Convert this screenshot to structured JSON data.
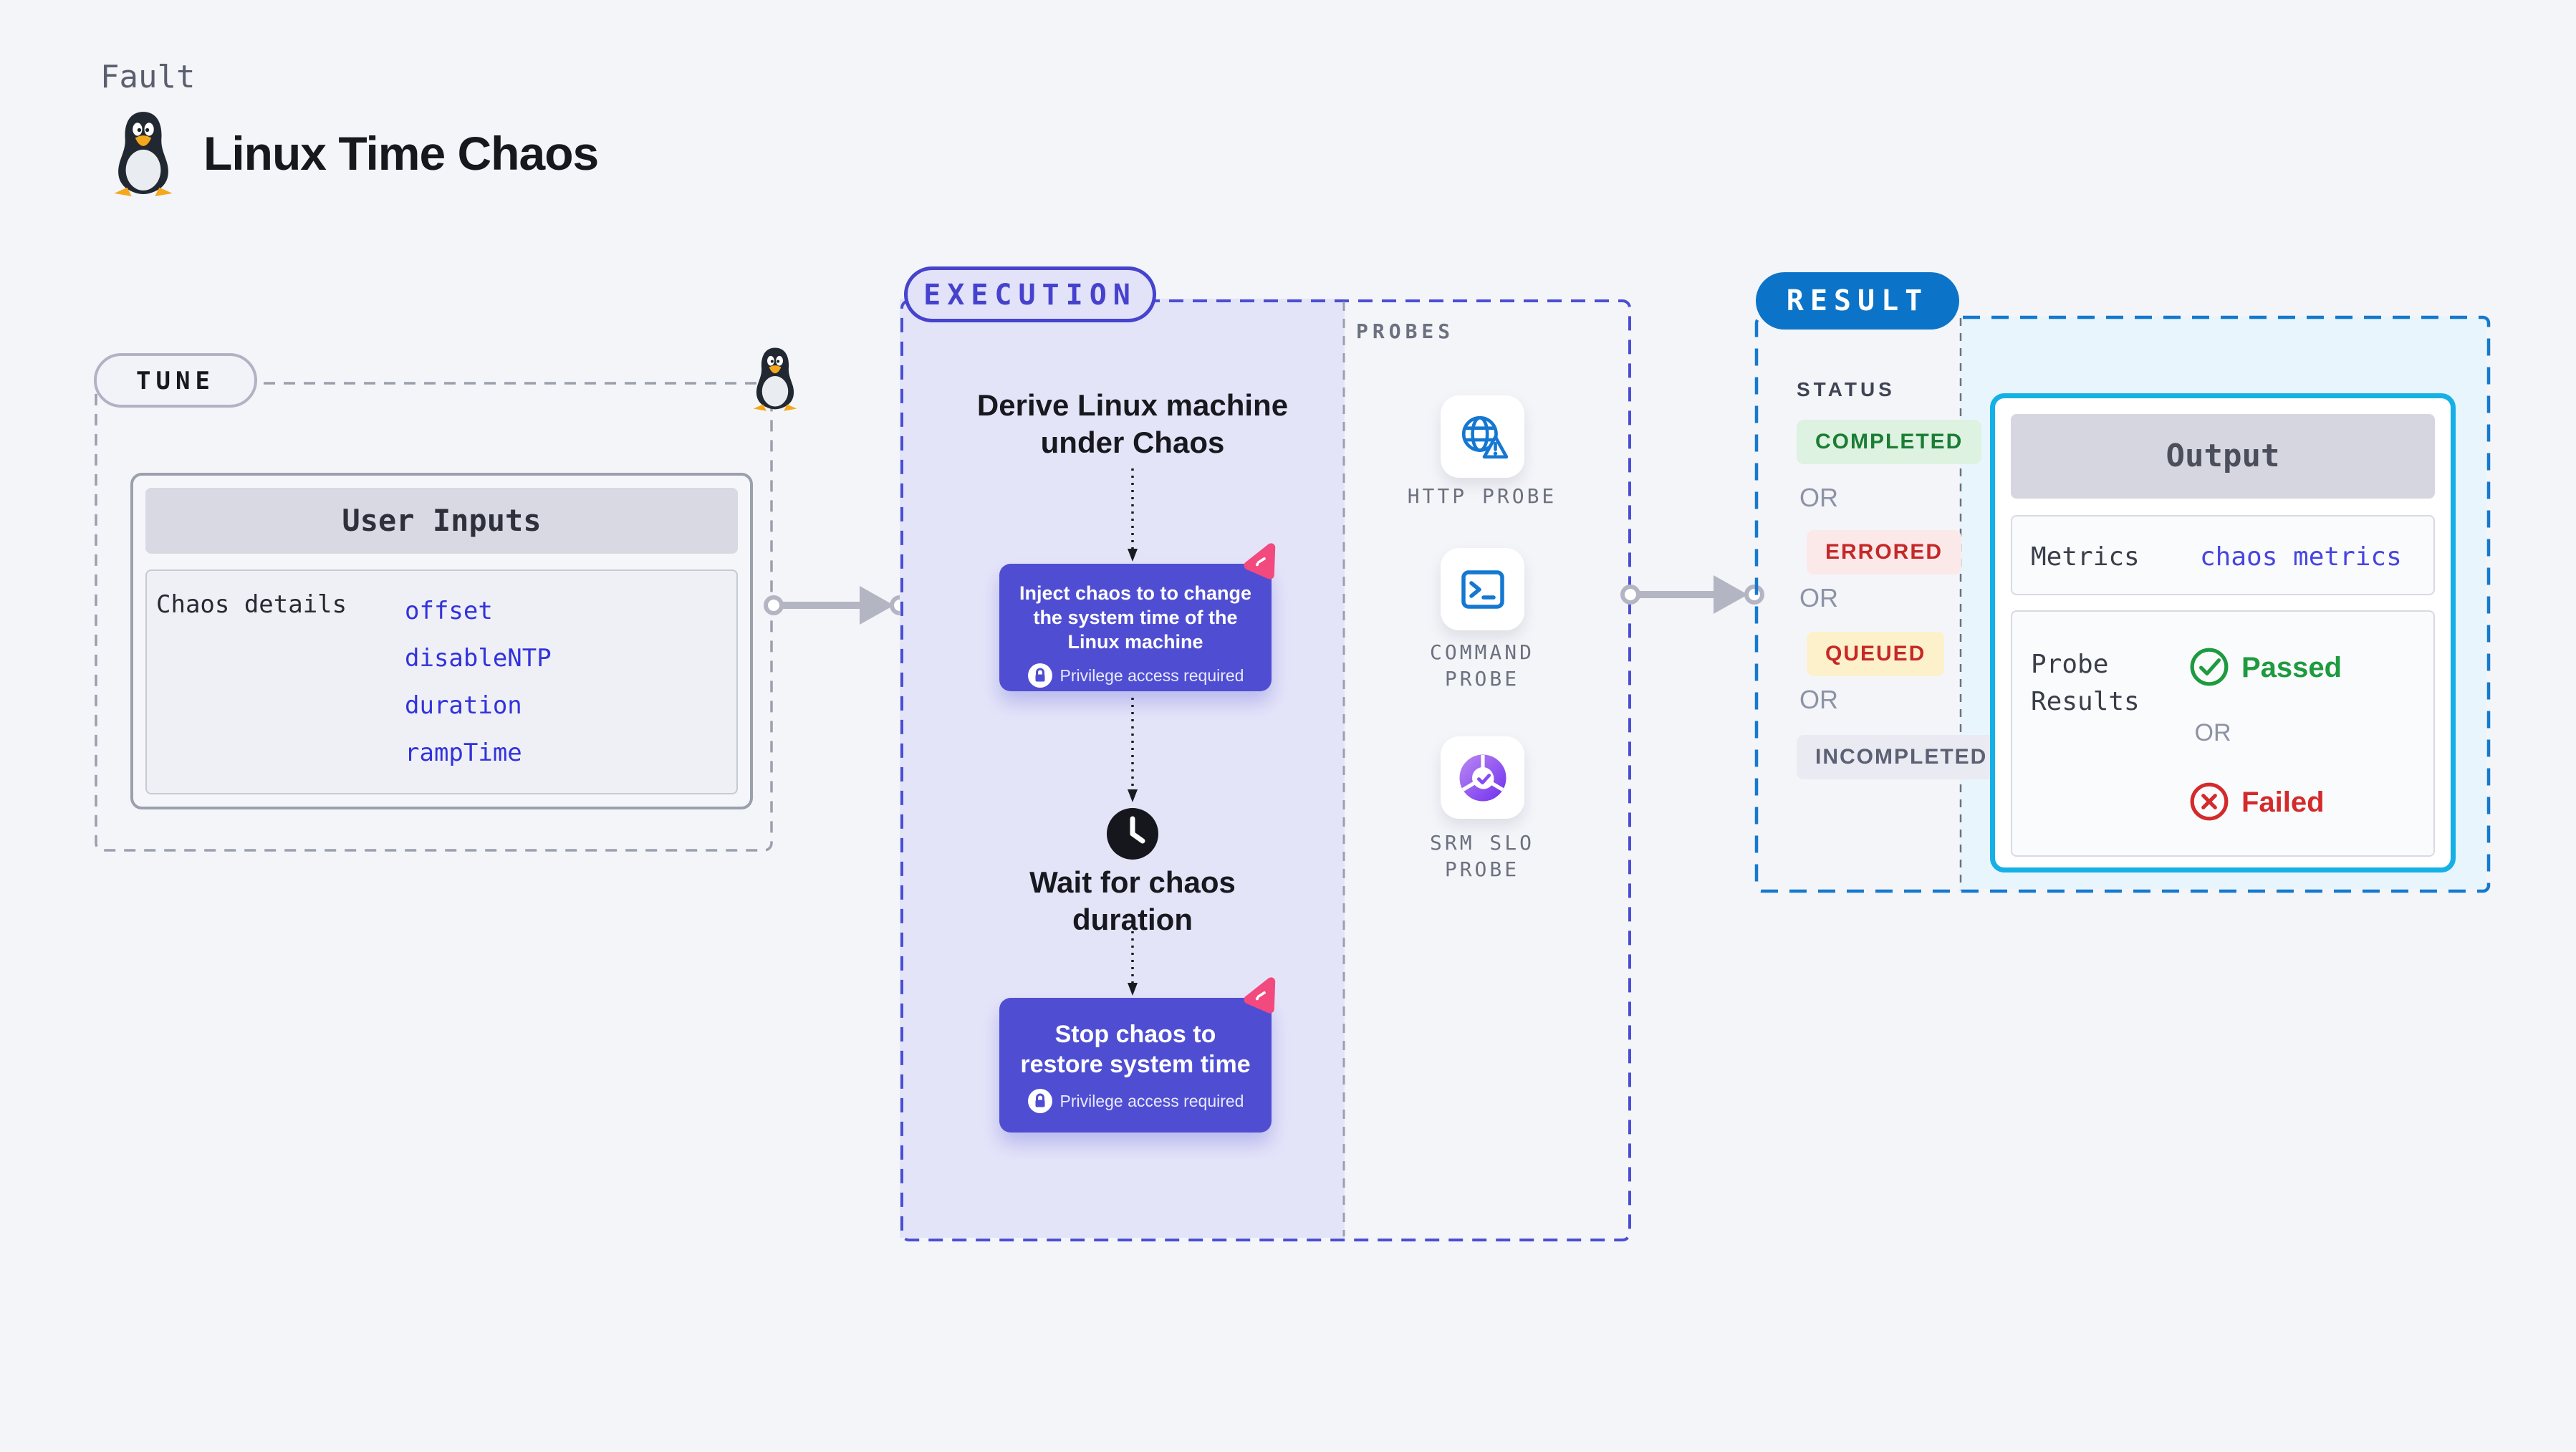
{
  "header": {
    "kicker": "Fault",
    "title": "Linux Time Chaos",
    "icon": "tux-penguin-icon"
  },
  "tune": {
    "label": "TUNE",
    "user_inputs": {
      "title": "User Inputs",
      "row_label": "Chaos details",
      "params": [
        "offset",
        "disableNTP",
        "duration",
        "rampTime"
      ]
    }
  },
  "execution": {
    "label": "EXECUTION",
    "steps": {
      "derive": "Derive Linux machine under Chaos",
      "inject": "Inject chaos to to change the system time of the Linux machine",
      "wait": "Wait for chaos duration",
      "stop": "Stop chaos to restore system time"
    },
    "privilege_note": "Privilege access required"
  },
  "probes": {
    "label": "PROBES",
    "items": [
      {
        "label": "HTTP PROBE",
        "icon": "globe-alert-icon"
      },
      {
        "label": "COMMAND PROBE",
        "icon": "terminal-icon"
      },
      {
        "label": "SRM SLO PROBE",
        "icon": "slo-donut-icon"
      }
    ]
  },
  "result": {
    "label": "RESULT",
    "status_heading": "STATUS",
    "or_label": "OR",
    "statuses": [
      {
        "label": "COMPLETED",
        "text_color": "#1b7d34",
        "bg_color": "#ddf2e0"
      },
      {
        "label": "ERRORED",
        "text_color": "#c62828",
        "bg_color": "#fbe9e9"
      },
      {
        "label": "QUEUED",
        "text_color": "#c62828",
        "bg_color": "#fcf1ca"
      },
      {
        "label": "INCOMPLETED",
        "text_color": "#5b6173",
        "bg_color": "#e9eaf2"
      }
    ],
    "output": {
      "title": "Output",
      "metrics_label": "Metrics",
      "metrics_value": "chaos metrics",
      "probe_results_label": "Probe Results",
      "passed_label": "Passed",
      "failed_label": "Failed",
      "or_label": "OR",
      "passed_color": "#1e9a3f",
      "failed_color": "#d32b2b"
    }
  },
  "colors": {
    "page_bg": "#f4f5f9",
    "execution_panel": "#e4e4f9",
    "execution_border": "#4a4ed2",
    "tune_border": "#9aa0ad",
    "result_border": "#1579cd",
    "result_panel": "#e8f5fc",
    "node_purple": "#4f4ed3",
    "chaos_pink": "#f2497e",
    "result_pill_blue": "#0b74c8",
    "output_border_cyan": "#15b0e6",
    "probe_icon_blue": "#1478d2",
    "param_link_blue": "#3232dc"
  }
}
